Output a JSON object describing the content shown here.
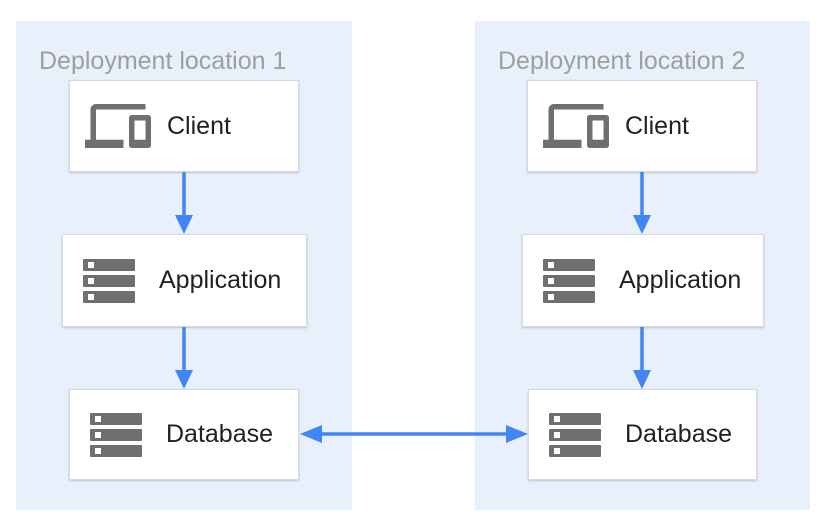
{
  "zones": [
    {
      "title": "Deployment location 1",
      "nodes": [
        {
          "label": "Client",
          "icon": "devices-icon"
        },
        {
          "label": "Application",
          "icon": "server-stack-icon"
        },
        {
          "label": "Database",
          "icon": "server-stack-icon"
        }
      ]
    },
    {
      "title": "Deployment location 2",
      "nodes": [
        {
          "label": "Client",
          "icon": "devices-icon"
        },
        {
          "label": "Application",
          "icon": "server-stack-icon"
        },
        {
          "label": "Database",
          "icon": "server-stack-icon"
        }
      ]
    }
  ],
  "connections": [
    {
      "from": "Client (location 1)",
      "to": "Application (location 1)",
      "direction": "down"
    },
    {
      "from": "Application (location 1)",
      "to": "Database (location 1)",
      "direction": "down"
    },
    {
      "from": "Client (location 2)",
      "to": "Application (location 2)",
      "direction": "down"
    },
    {
      "from": "Application (location 2)",
      "to": "Database (location 2)",
      "direction": "down"
    },
    {
      "from": "Database (location 1)",
      "to": "Database (location 2)",
      "direction": "bidirectional"
    }
  ],
  "colors": {
    "zone_background": "#e8f0fc",
    "node_background": "#ffffff",
    "node_border": "#d9d9d9",
    "arrow": "#4285f4",
    "icon_gray": "#6f6f6f",
    "zone_title_text": "#9e9e9e",
    "node_label_text": "#212121"
  }
}
